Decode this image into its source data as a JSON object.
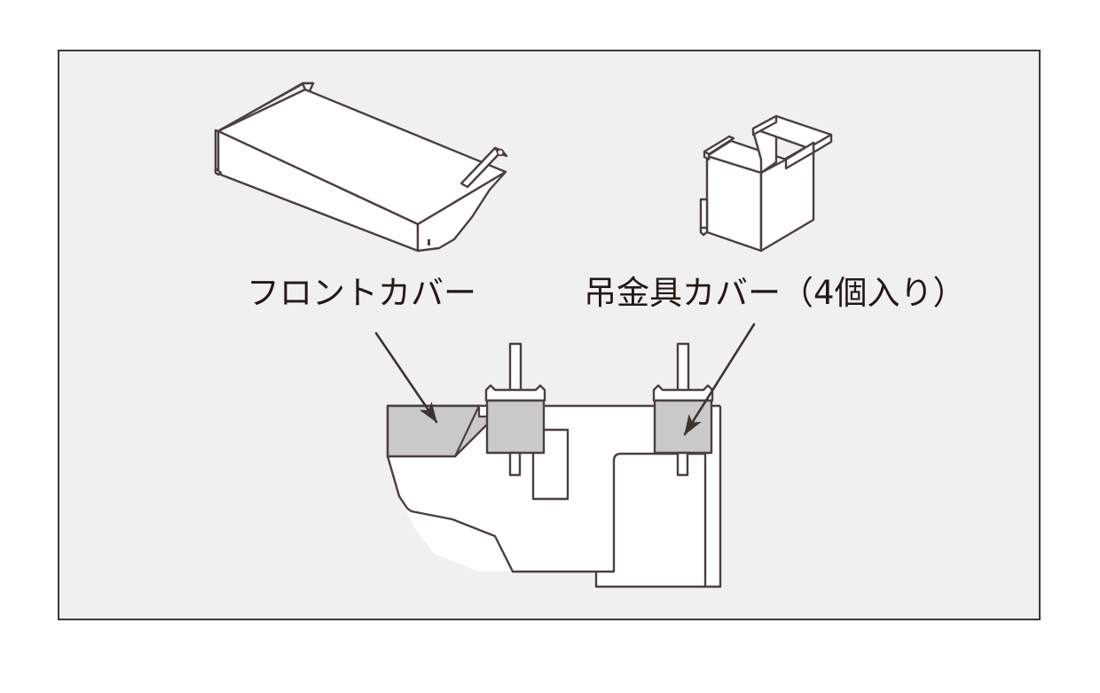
{
  "figure": {
    "title": "",
    "background_color": "#f0f0f0",
    "page_color": "#ffffff",
    "border_color": "#3a3a3a",
    "line_color": "#4a403e",
    "shaded_fill_color": "#c9c9c9",
    "part_fill_color": "#ffffff",
    "text_color": "#231815"
  },
  "labels": {
    "front_cover": "フロントカバー",
    "bracket_cover": "吊金具カバー（4個入り）"
  },
  "parts": [
    {
      "id": "front-cover",
      "label": "フロントカバー",
      "callout_quantity": "",
      "illustration": "isometric-rectangular-sheet-metal-cover-with-tab-and-arm"
    },
    {
      "id": "bracket-cover",
      "label": "吊金具カバー（4個入り）",
      "callout_quantity": "4個入り",
      "illustration": "isometric-u-shaped-channel-cover-box"
    }
  ],
  "assembly": {
    "id": "unit-side-view",
    "description": "side view of indoor unit with front cover and bracket covers installed",
    "shaded_regions": [
      "front-cover-installed-left",
      "bracket-cover-installed-center",
      "bracket-cover-installed-right"
    ]
  },
  "callouts": [
    {
      "id": "callout-front-cover",
      "from_label": "front_cover",
      "points_to": "front-cover-installed-left",
      "direction": "down-right"
    },
    {
      "id": "callout-bracket-cover",
      "from_label": "bracket_cover",
      "points_to": "bracket-cover-installed-right",
      "direction": "down-left"
    }
  ]
}
